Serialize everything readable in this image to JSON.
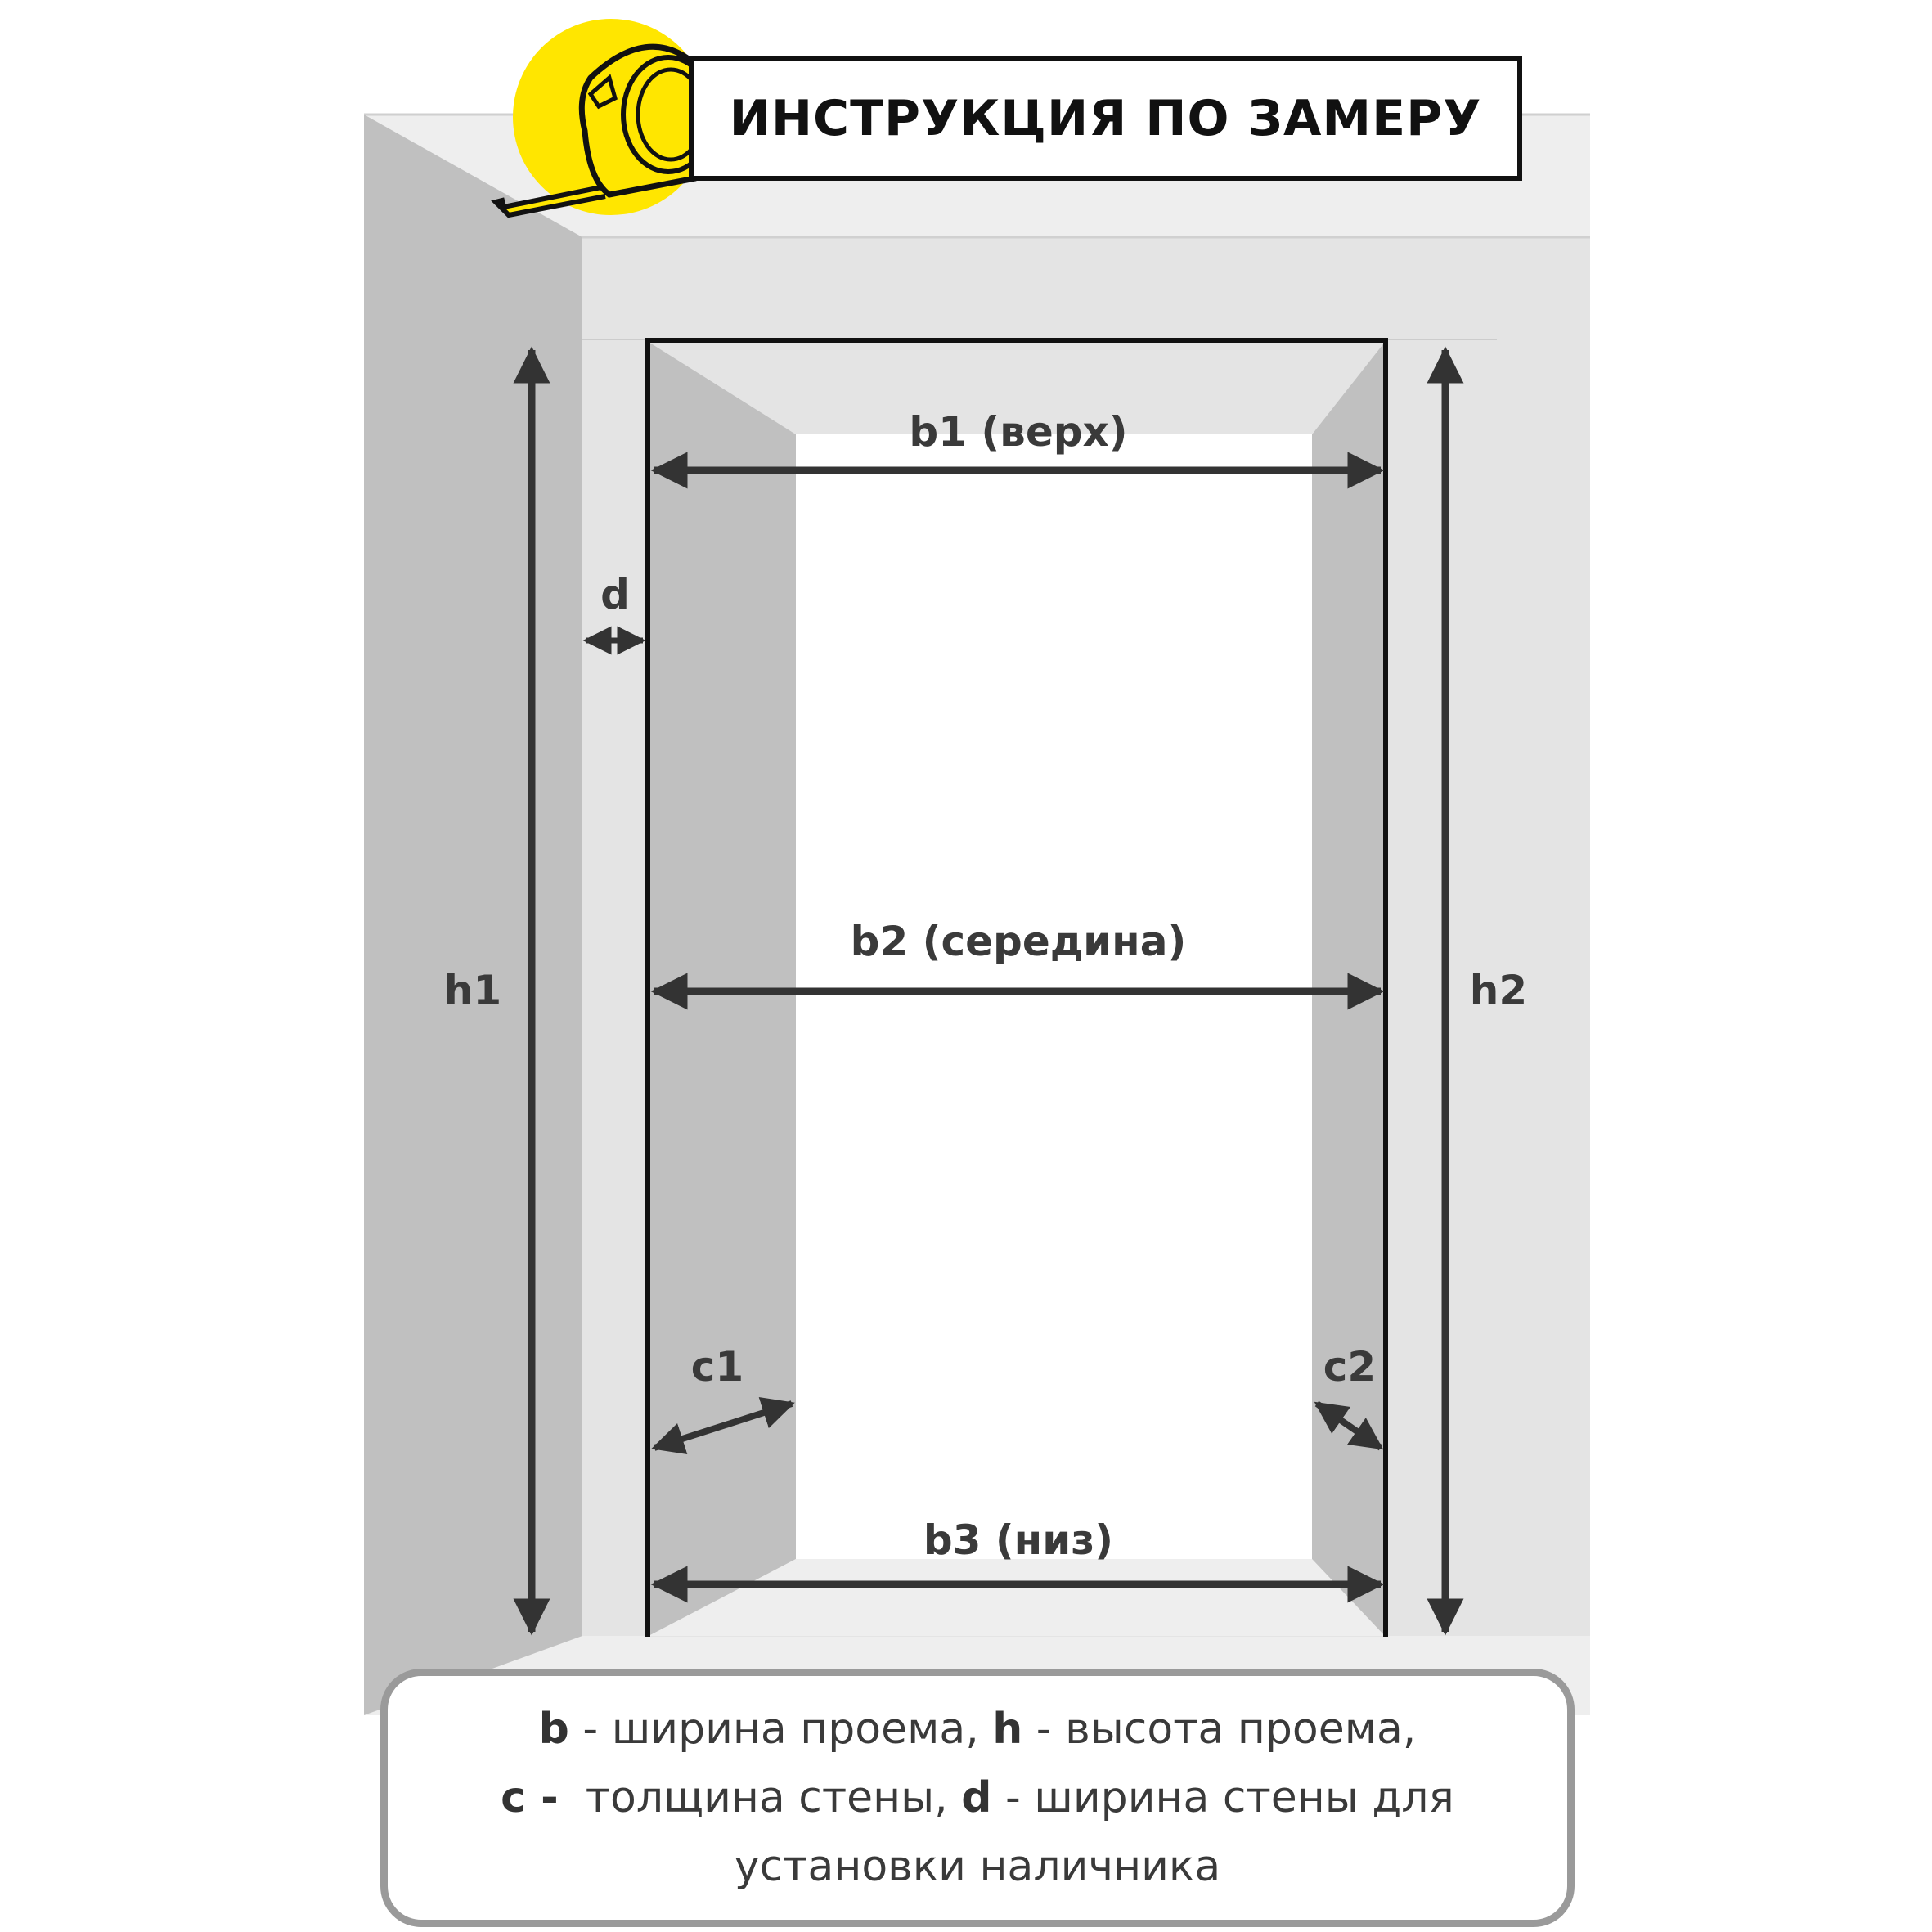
{
  "title": "ИНСТРУКЦИЯ ПО ЗАМЕРУ",
  "icon": "tape-measure-icon",
  "colors": {
    "accent_yellow": "#ffe600",
    "side_wall": "#c0c0c0",
    "front_wall": "#e4e4e4",
    "top_surface": "#eeeeee",
    "jamb": "#c0c0c0",
    "frame_line": "#111111",
    "arrow": "#333333",
    "legend_border": "#9a9a9a"
  },
  "dimensions": {
    "b1": "b1 (верх)",
    "b2": "b2 (середина)",
    "b3": "b3 (низ)",
    "h1": "h1",
    "h2": "h2",
    "c1": "c1",
    "c2": "c2",
    "d": "d"
  },
  "legend": {
    "line1": [
      {
        "key": "b",
        "text": " - ширина проема, "
      },
      {
        "key": "h",
        "text": " - высота проема,"
      }
    ],
    "line2": [
      {
        "key": "c -",
        "text": "  толщина стены, "
      },
      {
        "key": "d",
        "text": " - ширина стены для"
      }
    ],
    "line3": "установки наличника"
  }
}
